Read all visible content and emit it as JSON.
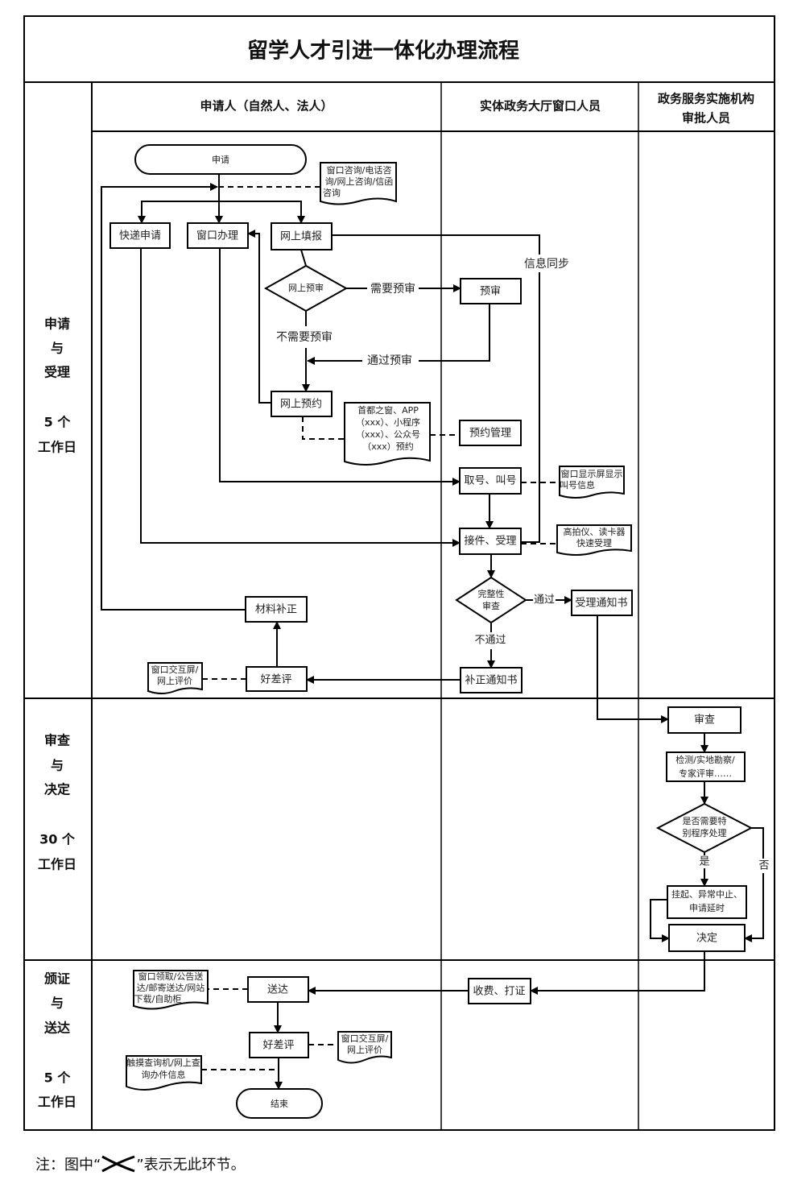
{
  "title": "留学人才引进一体化办理流程",
  "lanes": [
    "申请人（自然人、法人）",
    "实体政务大厅窗口人员",
    "政务服务实施机构",
    "审批人员"
  ],
  "phases": [
    {
      "name": [
        "申请",
        "与",
        "受理"
      ],
      "days": [
        "5 个",
        "工作日"
      ]
    },
    {
      "name": [
        "审查",
        "与",
        "决定"
      ],
      "days": [
        "30 个",
        "工作日"
      ]
    },
    {
      "name": [
        "颁证",
        "与",
        "送达"
      ],
      "days": [
        "5 个",
        "工作日"
      ]
    }
  ],
  "nodes": {
    "apply": "申请",
    "express": "快递申请",
    "window": "窗口办理",
    "online_fill": "网上填报",
    "online_precheck": "网上预审",
    "precheck": "预审",
    "online_booking": "网上预约",
    "booking_mgmt": "预约管理",
    "take_number": "取号、叫号",
    "receive": "接件、受理",
    "completeness": [
      "完整性",
      "审查"
    ],
    "accept_notice": "受理通知书",
    "correction_notice": "补正通知书",
    "material_fix": "材料补正",
    "rating1": "好差评",
    "review": "审查",
    "inspect": [
      "检测/实地勘察/",
      "专家评审……"
    ],
    "special": [
      "是否需要特",
      "别程序处理"
    ],
    "suspend": [
      "挂起、异常中止、",
      "申请延时"
    ],
    "decide": "决定",
    "fee": "收费、打证",
    "deliver": "送达",
    "rating2": "好差评",
    "end": "结束"
  },
  "docs": {
    "consult": [
      "窗口咨询/电话咨",
      "询/网上咨询/信函",
      "咨询"
    ],
    "booking_channels": [
      "首都之窗、APP",
      "（xxx）、小程序",
      "（xxx）、公众号",
      "（xxx）预约"
    ],
    "display": [
      "窗口显示屏显示",
      "叫号信息"
    ],
    "scanner": [
      "高拍仪、读卡器",
      "快速受理"
    ],
    "rating_screen1": [
      "窗口交互屏/",
      "网上评价"
    ],
    "delivery_methods": [
      "窗口领取/公告送",
      "达/邮寄送达/网站",
      "下载/自助柜"
    ],
    "rating_screen2": [
      "窗口交互屏/",
      "网上评价"
    ],
    "query": [
      "触摸查询机/网上查",
      "询办件信息"
    ]
  },
  "edge_labels": {
    "need_precheck": "需要预审",
    "no_precheck": "不需要预审",
    "pass_precheck": "通过预审",
    "info_sync": "信息同步",
    "pass": "通过",
    "fail": "不通过",
    "yes": "是",
    "no": "否"
  },
  "note": {
    "prefix": "注：图中“",
    "suffix": "”表示无此环节。",
    "symbol": "cross-icon"
  }
}
